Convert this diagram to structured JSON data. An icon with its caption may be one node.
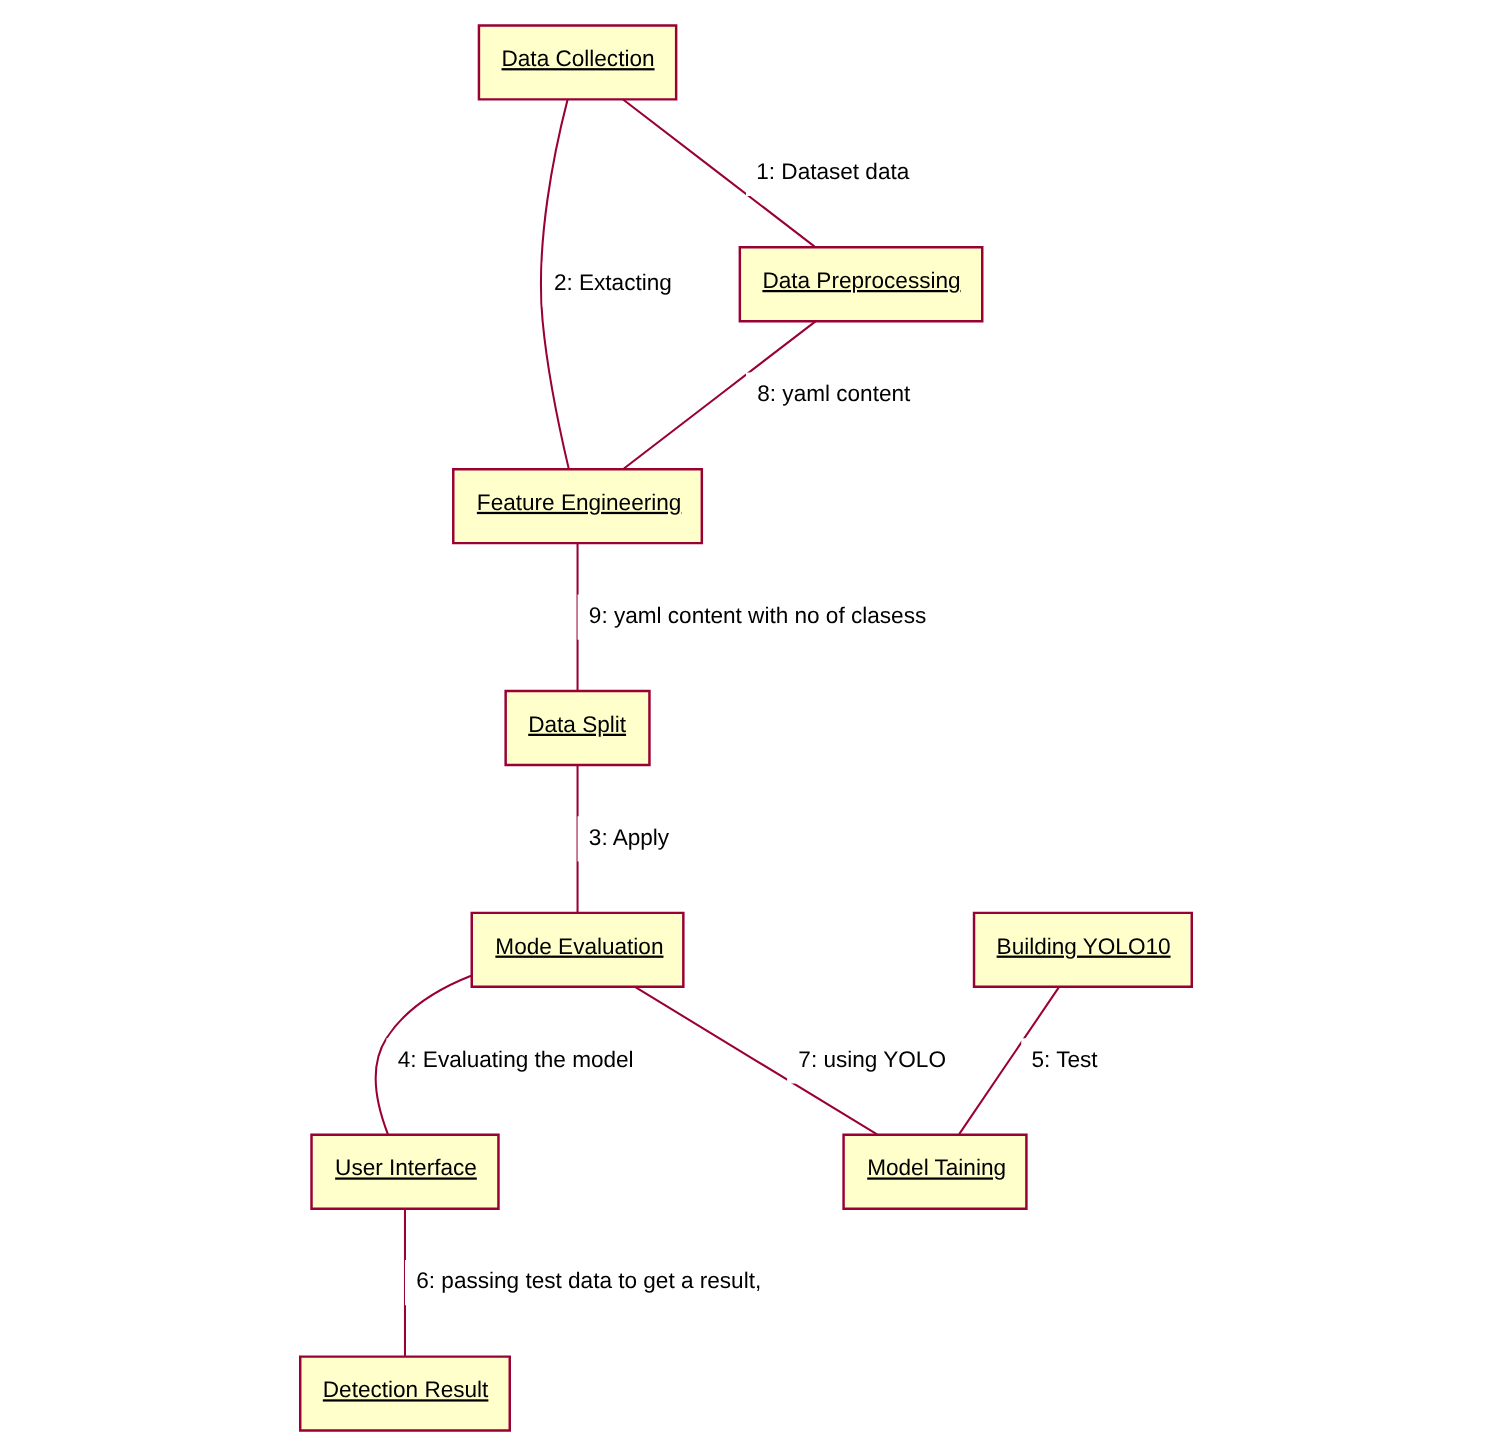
{
  "diagram": {
    "nodes": [
      {
        "text": [
          "Data Collection"
        ]
      },
      {
        "text": [
          "Feature Engineering"
        ]
      },
      {
        "text": [
          "Data Preprocessing"
        ]
      },
      {
        "text": [
          "Data Split"
        ]
      },
      {
        "text": [
          "Mode Evaluation"
        ]
      },
      {
        "text": [
          "Building YOLO10"
        ]
      },
      {
        "text": [
          "Model Taining"
        ]
      },
      {
        "text": [
          "User Interface"
        ]
      },
      {
        "text": [
          "Detection Result"
        ]
      }
    ],
    "edges": [
      {
        "from": 0,
        "to": 1,
        "arrow": "none",
        "label": "2: Extacting"
      },
      {
        "from": 0,
        "to": 2,
        "arrow": "none",
        "label": "1: Dataset data"
      },
      {
        "from": 2,
        "to": 1,
        "arrow": "none",
        "label": "8: yaml content"
      },
      {
        "from": 1,
        "to": 3,
        "arrow": "none",
        "label": "9: yaml content with no of clasess"
      },
      {
        "from": 3,
        "to": 4,
        "arrow": "none",
        "label": "3: Apply"
      },
      {
        "from": 4,
        "to": 6,
        "arrow": "none",
        "label": "7: using YOLO"
      },
      {
        "from": 5,
        "to": 6,
        "arrow": "none",
        "label": "5: Test"
      },
      {
        "from": 4,
        "to": 7,
        "arrow": "none",
        "label": "4: Evaluating the model"
      },
      {
        "from": 7,
        "to": 8,
        "arrow": "none",
        "label": "6: passing test data to get a result,"
      }
    ]
  }
}
